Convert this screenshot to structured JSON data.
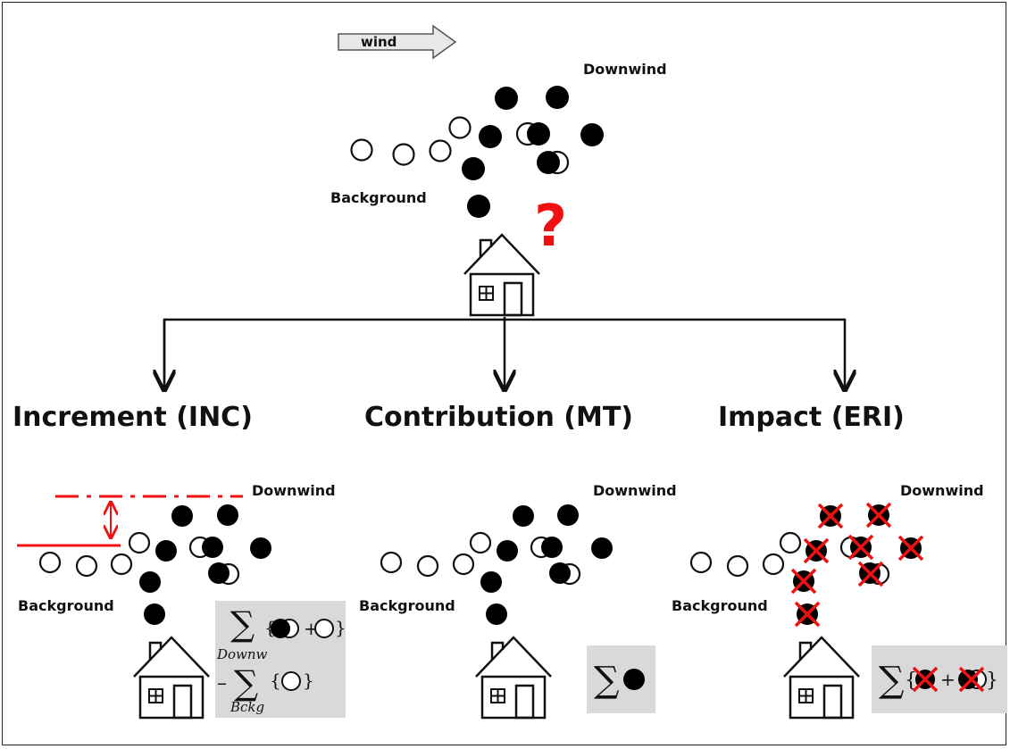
{
  "top": {
    "wind_label": "wind",
    "downwind_label": "Downwind",
    "background_label": "Background",
    "question_mark": "?"
  },
  "branches": [
    {
      "title": "Increment (INC)",
      "downwind_label": "Downwind",
      "background_label": "Background",
      "formula": {
        "sum_sub_1": "Downw",
        "sum_sub_2": "Bckg",
        "minus": "–",
        "plus": "+",
        "open": "{",
        "close": "}"
      }
    },
    {
      "title": "Contribution (MT)",
      "downwind_label": "Downwind",
      "background_label": "Background",
      "formula": {
        "sigma": "∑"
      }
    },
    {
      "title": "Impact (ERI)",
      "downwind_label": "Downwind",
      "background_label": "Background",
      "formula": {
        "sigma": "∑",
        "plus": "+",
        "open": "{",
        "close": "}"
      }
    }
  ],
  "colors": {
    "accent": "#ee1111",
    "formula_box": "#d9d9d9",
    "particle": "#000000"
  }
}
